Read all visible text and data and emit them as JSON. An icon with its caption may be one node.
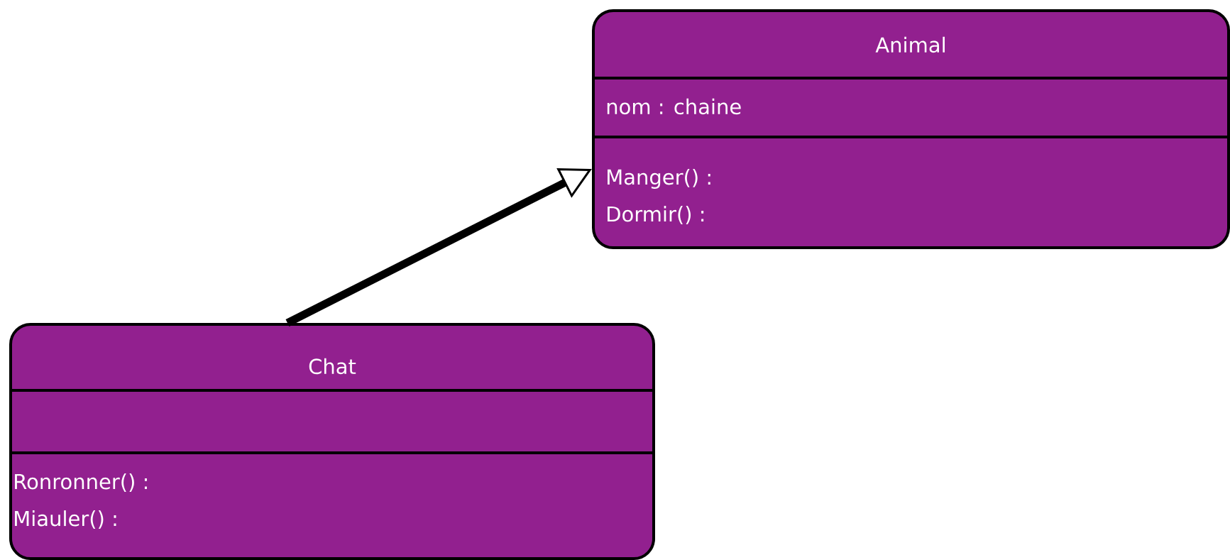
{
  "diagram": {
    "nodes": [
      {
        "text": [
          "Animal",
          "nom : chaine",
          "Manger() :",
          "Dormir() :"
        ]
      },
      {
        "text": [
          "Chat",
          "Ronronner() :",
          "Miauler() :"
        ]
      }
    ],
    "edges": [
      {
        "from": 1,
        "to": 0,
        "arrow": "to"
      }
    ]
  }
}
